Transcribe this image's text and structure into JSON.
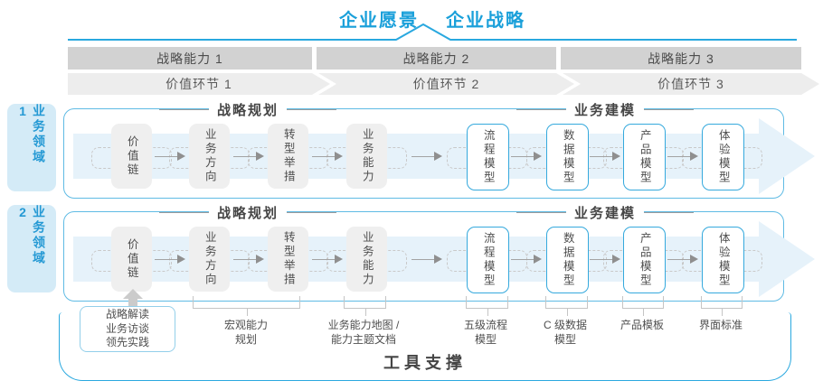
{
  "title": {
    "vision": "企业愿景",
    "strategy": "企业战略"
  },
  "strategic_capabilities": [
    "战略能力 1",
    "战略能力 2",
    "战略能力 3"
  ],
  "value_links": [
    "价值环节 1",
    "价值环节 2",
    "价值环节 3"
  ],
  "domains": [
    {
      "label": "业务领域 1"
    },
    {
      "label": "业务领域 2"
    }
  ],
  "row": {
    "planning_header": "战略规划",
    "modeling_header": "业务建模",
    "boxes": [
      {
        "label": "价值链",
        "style": "gray"
      },
      {
        "label": "业务方向",
        "style": "gray"
      },
      {
        "label": "转型举措",
        "style": "gray"
      },
      {
        "label": "业务能力",
        "style": "gray"
      },
      {
        "label": "流程模型",
        "style": "blue"
      },
      {
        "label": "数据模型",
        "style": "blue"
      },
      {
        "label": "产品模型",
        "style": "blue"
      },
      {
        "label": "体验模型",
        "style": "blue"
      }
    ]
  },
  "annotations": {
    "insight_box": "战略解读\n业务访谈\n领先实践",
    "labels": [
      "宏观能力\n规划",
      "业务能力地图 /\n能力主题文档",
      "五级流程\n模型",
      "C 级数据\n模型",
      "产品模板",
      "界面标准"
    ]
  },
  "tools_label": "工具支撑",
  "colors": {
    "accent_blue": "#29a8df",
    "title_blue": "#1aa0da",
    "light_blue_fill": "#d4ebf7",
    "band_fill": "#e6f2fa",
    "bar_gray": "#d2d2d2",
    "chevron_gray": "#ededed",
    "box_gray": "#efefef",
    "text_dark": "#464646"
  }
}
